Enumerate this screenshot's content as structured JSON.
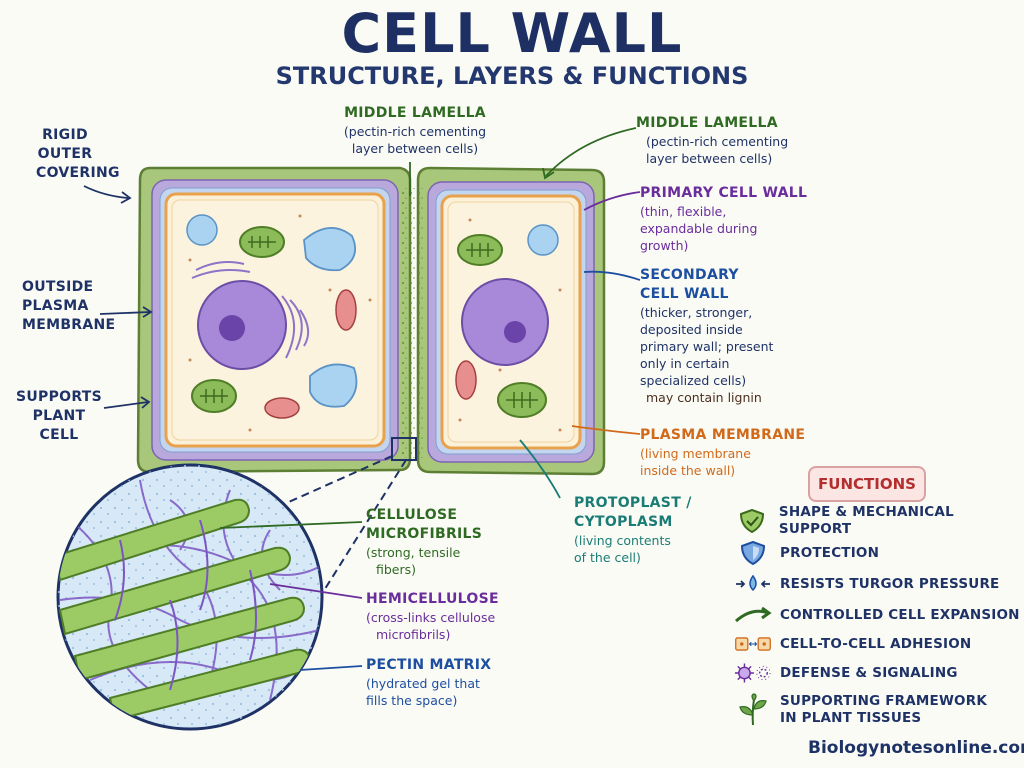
{
  "title": "CELL WALL",
  "subtitle": "STRUCTURE, LAYERS & FUNCTIONS",
  "left_labels": {
    "rigid": [
      "RIGID",
      "OUTER",
      "COVERING"
    ],
    "outside": [
      "OUTSIDE",
      "PLASMA",
      "MEMBRANE"
    ],
    "supports": [
      "SUPPORTS",
      "PLANT CELL"
    ]
  },
  "middle_lamella_center": {
    "heading": "MIDDLE LAMELLA",
    "desc": [
      "(pectin-rich cementing",
      "layer between cells)"
    ]
  },
  "middle_lamella_right": {
    "heading": "MIDDLE LAMELLA",
    "desc": [
      "(pectin-rich cementing",
      "layer between cells)"
    ]
  },
  "primary_wall": {
    "heading": "PRIMARY CELL WALL",
    "desc": [
      "(thin, flexible,",
      "expandable during",
      "growth)"
    ]
  },
  "secondary_wall": {
    "heading": [
      "SECONDARY",
      "CELL WALL"
    ],
    "desc": [
      "(thicker, stronger,",
      "deposited inside",
      "primary wall; present",
      "only in certain",
      "specialized cells)"
    ],
    "note": "may contain lignin"
  },
  "plasma_membrane": {
    "heading": "PLASMA MEMBRANE",
    "desc": [
      "(living membrane",
      "inside the wall)"
    ]
  },
  "protoplast": {
    "heading": [
      "PROTOPLAST /",
      "CYTOPLASM"
    ],
    "desc": [
      "(living contents",
      "of the cell)"
    ]
  },
  "cellulose": {
    "heading": [
      "CELLULOSE",
      "MICROFIBRILS"
    ],
    "desc": [
      "(strong, tensile",
      "fibers)"
    ]
  },
  "hemicellulose": {
    "heading": "HEMICELLULOSE",
    "desc": [
      "(cross-links cellulose",
      "microfibrils)"
    ]
  },
  "pectin": {
    "heading": "PECTIN MATRIX",
    "desc": [
      "(hydrated gel that",
      "fills the space)"
    ]
  },
  "functions": {
    "title": "FUNCTIONS",
    "items": [
      {
        "icon": "shield-check-icon",
        "label": "SHAPE & MECHANICAL SUPPORT"
      },
      {
        "icon": "shield-icon",
        "label": "PROTECTION"
      },
      {
        "icon": "water-drop-arrows-icon",
        "label": "RESISTS TURGOR PRESSURE"
      },
      {
        "icon": "curved-arrow-icon",
        "label": "CONTROLLED CELL EXPANSION"
      },
      {
        "icon": "adhesion-icon",
        "label": "CELL-TO-CELL ADHESION"
      },
      {
        "icon": "virus-icon",
        "label": "DEFENSE & SIGNALING"
      },
      {
        "icon": "plant-sprout-icon",
        "label": "SUPPORTING FRAMEWORK|IN PLANT TISSUES"
      }
    ]
  },
  "footer": "Biologynotesonline.com",
  "colors": {
    "navy": "#1e3266",
    "outer_wall": "#a9c77a",
    "primary_wall": "#b9a8dc",
    "secondary_wall": "#a9c2e8",
    "membrane": "#e8a24c",
    "cytoplasm": "#fbf1d9",
    "nucleus": "#a889d9",
    "chloroplast": "#8cbb5a",
    "vacuole": "#a9d3f0"
  }
}
